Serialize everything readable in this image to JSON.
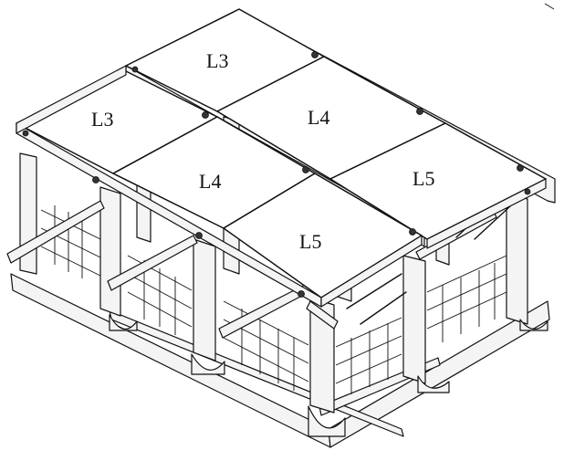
{
  "diagram": {
    "panels": [
      {
        "id": "back-left",
        "label": "L3"
      },
      {
        "id": "front-left",
        "label": "L3"
      },
      {
        "id": "back-mid",
        "label": "L4"
      },
      {
        "id": "front-mid",
        "label": "L4"
      },
      {
        "id": "back-right",
        "label": "L5"
      },
      {
        "id": "front-right",
        "label": "L5"
      }
    ]
  }
}
